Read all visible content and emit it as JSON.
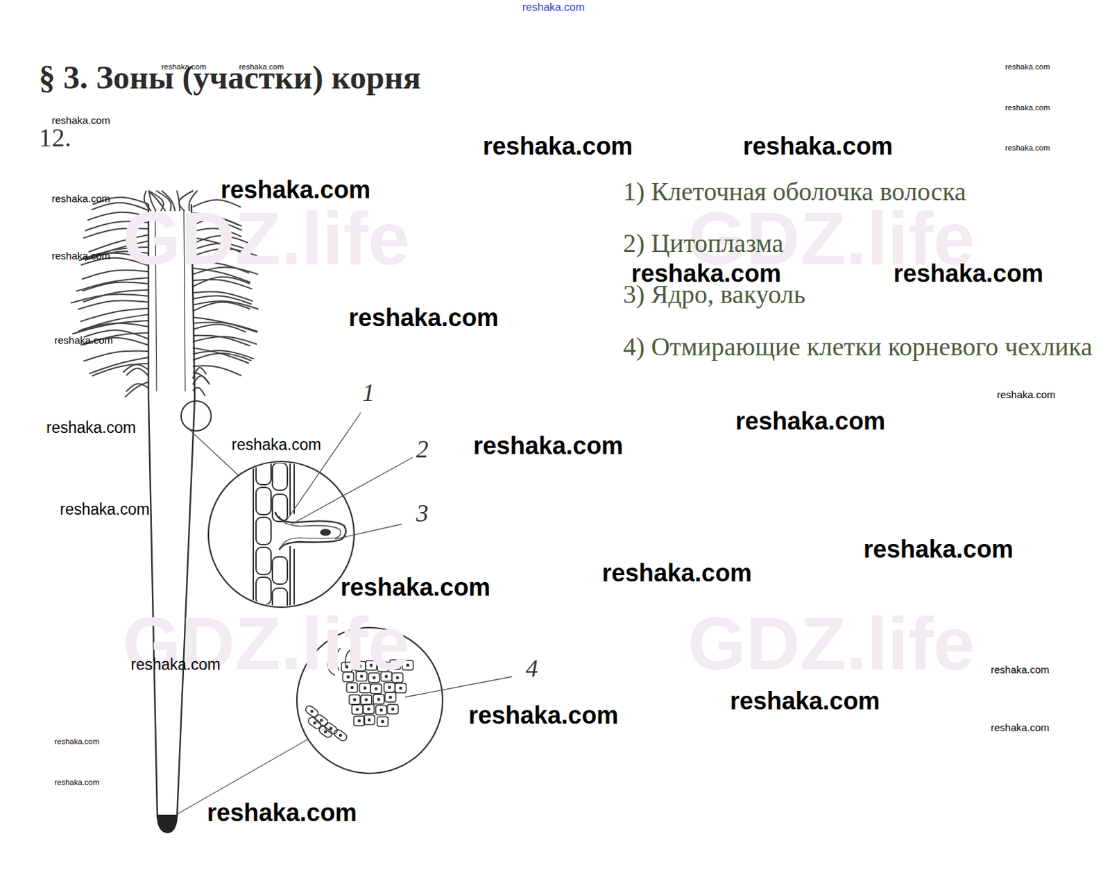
{
  "diagram": {
    "title": "§ 3. Зоны (участки) корня",
    "labels": [
      "reshaka.com",
      "GDZ.life",
      "GDZ.life",
      "GDZ.life",
      "GDZ.life",
      "reshaka.com",
      "reshaka.com",
      "reshaka.com",
      "reshaka.com",
      "reshaka.com",
      "12.",
      "reshaka.com",
      "reshaka.com",
      "reshaka.com",
      "reshaka.com",
      "reshaka.com",
      "1) Клеточная оболочка волоска",
      "2) Цитоплазма",
      "reshaka.com",
      "reshaka.com",
      "3) Ядро, вакуоль",
      "reshaka.com",
      "reshaka.com",
      "4) Отмирающие клетки корневого чехлика",
      "reshaka.com",
      "reshaka.com",
      "1",
      "reshaka.com",
      "reshaka.com",
      "reshaka.com",
      "2",
      "reshaka.com",
      "3",
      "reshaka.com",
      "reshaka.com",
      "reshaka.com",
      "reshaka.com",
      "reshaka.com",
      "4",
      "reshaka.com",
      "reshaka.com",
      "reshaka.com",
      "reshaka.com",
      "reshaka.com",
      "reshaka.com",
      "reshaka.com"
    ]
  }
}
